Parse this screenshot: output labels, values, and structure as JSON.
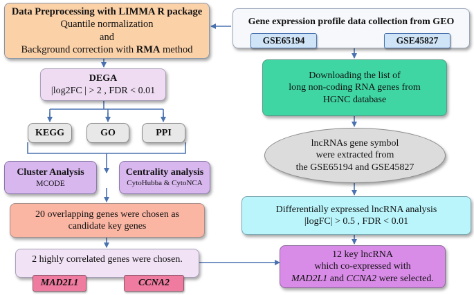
{
  "preprocess": {
    "title": "Data Preprocessing with LIMMA R package",
    "line1": "Quantile normalization",
    "line2": "and",
    "line3_pre": "Background correction with ",
    "line3_bold": "RMA",
    "line3_post": " method"
  },
  "geo": {
    "title": "Gene expression profile data collection from GEO",
    "dataset1": "GSE65194",
    "dataset2": "GSE45827"
  },
  "dega": {
    "title": "DEGA",
    "criteria": "|log2FC | > 2 , FDR < 0.01"
  },
  "download": {
    "line1": "Downloading the list of",
    "line2": "long non-coding RNA genes from",
    "line3": "HGNC database"
  },
  "enrichment": {
    "kegg": "KEGG",
    "go": "GO",
    "ppi": "PPI"
  },
  "lncsymbol": {
    "line1": "lncRNAs gene symbol",
    "line2": "were extracted from",
    "line3": "the GSE65194  and GSE45827"
  },
  "cluster": {
    "title": "Cluster Analysis",
    "sub": "MCODE"
  },
  "centrality": {
    "title": "Centrality analysis",
    "sub": "CytoHubba & CytoNCA"
  },
  "overlap": {
    "line1": "20 overlapping genes were chosen as",
    "line2": "candidate key genes"
  },
  "diffexp": {
    "line1": "Differentially expressed lncRNA analysis",
    "line2": "|logFC| > 0.5 , FDR < 0.01"
  },
  "correlated": {
    "text": "2 highly correlated genes were chosen.",
    "gene1": "MAD2L1",
    "gene2": "CCNA2"
  },
  "keylnc": {
    "line1": "12 key lncRNA",
    "line2": "which co-expressed with",
    "gene1": "MAD2L1",
    "and": " and ",
    "gene2": "CCNA2",
    "line3_post": " were selected."
  }
}
